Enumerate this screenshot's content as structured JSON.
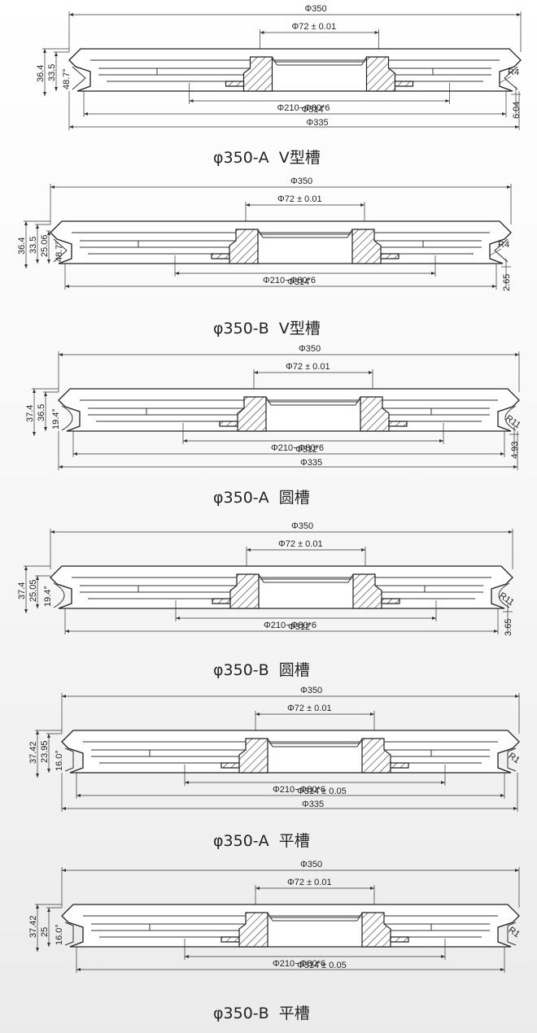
{
  "drawings": [
    {
      "caption": "φ350-A  V型槽",
      "labels": {
        "d_outer": "Φ350",
        "d_bore": "Φ72 ± 0.01",
        "d_holes": "Φ210−Φ80*6",
        "d_mid": "Φ314",
        "d_base": "Φ335",
        "h_total": "36.4",
        "h_mid": "33.5",
        "angle": "48.7°",
        "radius": "R4",
        "right_dim": "6.04"
      }
    },
    {
      "caption": "φ350-B  V型槽",
      "labels": {
        "d_outer": "Φ350",
        "d_bore": "Φ72 ± 0.01",
        "d_holes": "Φ210−Φ80*6",
        "d_mid": "Φ314",
        "h_total": "36.4",
        "h_mid": "33.5",
        "h_small": "25.06",
        "angle": "48.7°",
        "radius": "R4",
        "right_dim": "2.65"
      }
    },
    {
      "caption": "φ350-A  圆槽",
      "labels": {
        "d_outer": "Φ350",
        "d_bore": "Φ72 ± 0.01",
        "d_holes": "Φ210−Φ80*6",
        "d_mid": "Φ312",
        "d_base": "Φ335",
        "h_total": "37.4",
        "h_mid": "36.5",
        "angle": "19.4°",
        "radius": "R11",
        "right_dim": "4.93"
      }
    },
    {
      "caption": "φ350-B  圆槽",
      "labels": {
        "d_outer": "Φ350",
        "d_bore": "Φ72 ± 0.01",
        "d_holes": "Φ210−Φ80*6",
        "d_mid": "Φ312",
        "h_total": "37.4",
        "h_small": "25.05",
        "angle": "19.4°",
        "radius": "R11",
        "right_dim": "3.65"
      }
    },
    {
      "caption": "φ350-A  平槽",
      "labels": {
        "d_outer": "Φ350",
        "d_bore": "Φ72 ± 0.01",
        "d_holes": "Φ210−Φ80*6",
        "d_mid": "Φ314 ± 0.05",
        "d_base": "Φ335",
        "h_total": "37.42",
        "h_mid": "23.95",
        "angle": "16.0°",
        "radius": "R1"
      }
    },
    {
      "caption": "φ350-B  平槽",
      "labels": {
        "d_outer": "Φ350",
        "d_bore": "Φ72 ± 0.01",
        "d_holes": "Φ210−Φ80*6",
        "d_mid": "Φ314 ± 0.05",
        "h_total": "37.42",
        "h_mid": "25",
        "angle": "16.0°",
        "radius": "R1"
      }
    }
  ]
}
